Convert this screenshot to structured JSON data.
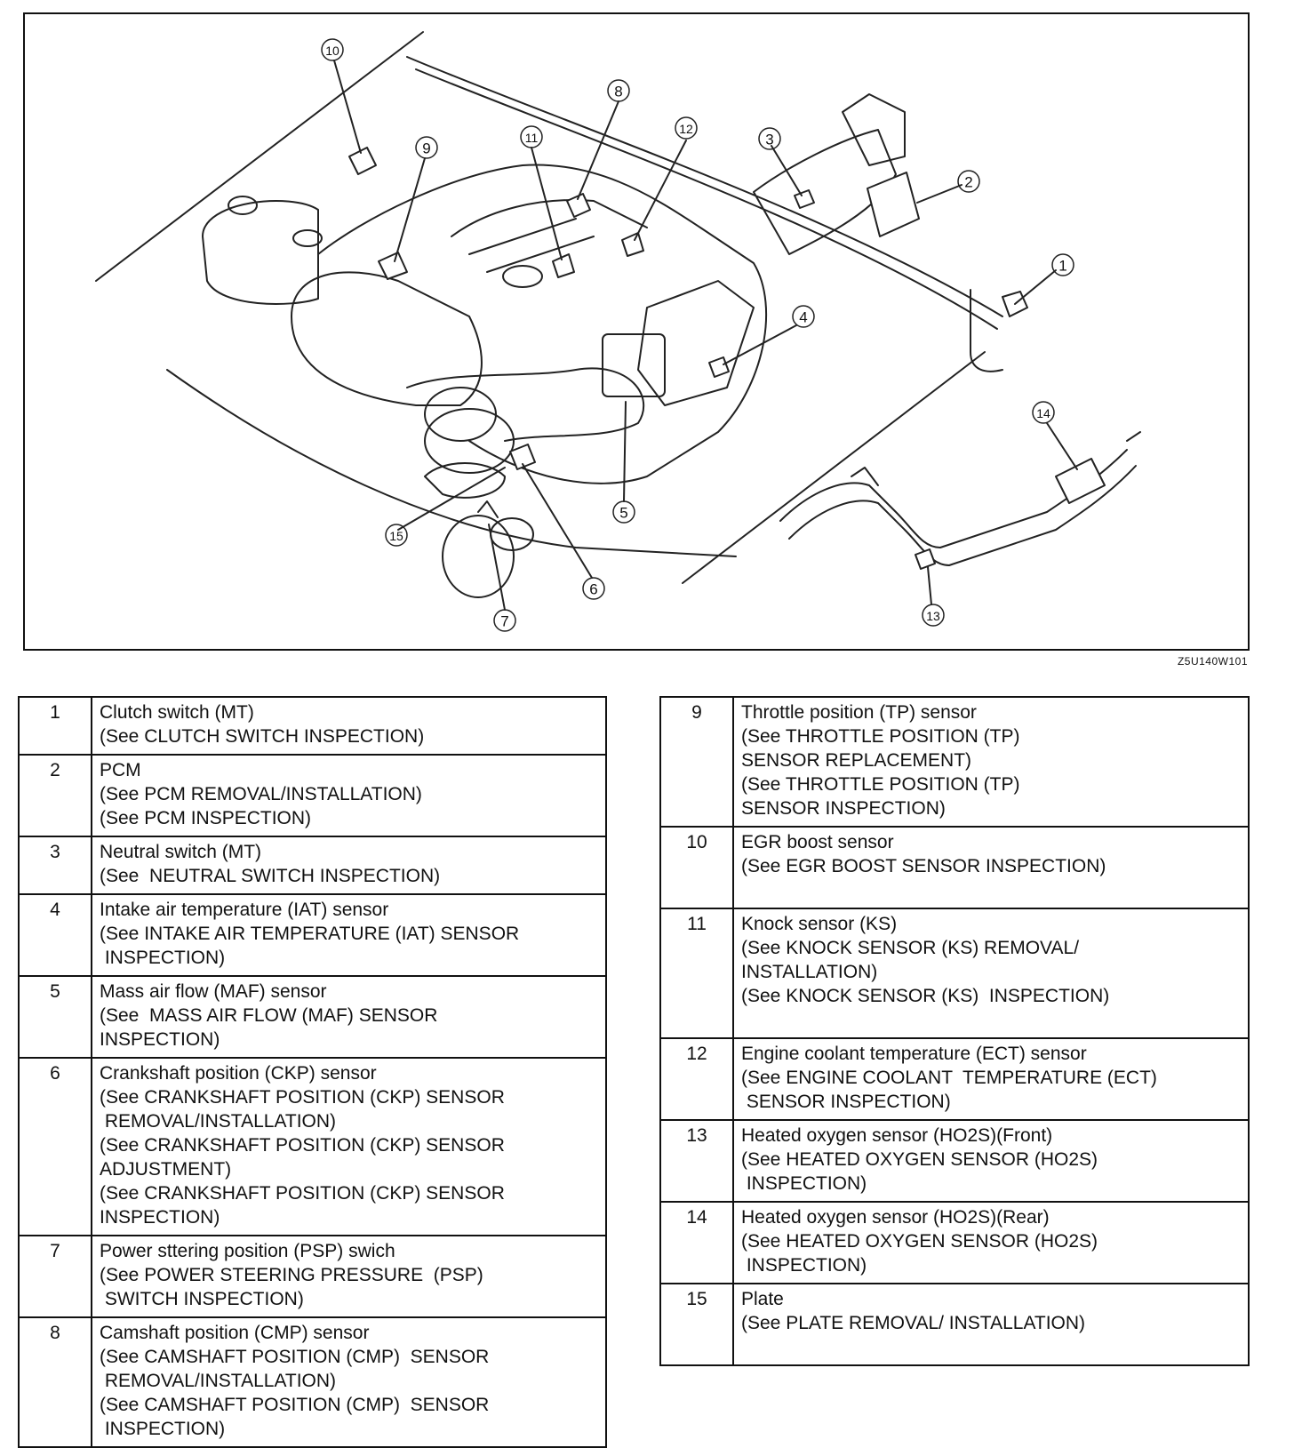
{
  "figure_code": "Z5U140W101",
  "callouts": [
    "1",
    "2",
    "3",
    "4",
    "5",
    "6",
    "7",
    "8",
    "9",
    "10",
    "11",
    "12",
    "13",
    "14",
    "15"
  ],
  "legend": {
    "left": [
      {
        "num": "1",
        "lines": [
          "Clutch switch (MT)",
          "(See CLUTCH SWITCH INSPECTION)"
        ]
      },
      {
        "num": "2",
        "lines": [
          "PCM",
          "(See PCM REMOVAL/INSTALLATION)",
          "(See PCM INSPECTION)"
        ]
      },
      {
        "num": "3",
        "lines": [
          "Neutral switch (MT)",
          "(See  NEUTRAL SWITCH INSPECTION)"
        ]
      },
      {
        "num": "4",
        "lines": [
          "Intake air temperature (IAT) sensor",
          "(See INTAKE AIR TEMPERATURE (IAT) SENSOR",
          " INSPECTION)"
        ]
      },
      {
        "num": "5",
        "lines": [
          "Mass air flow (MAF) sensor",
          "(See  MASS AIR FLOW (MAF) SENSOR",
          "INSPECTION)"
        ]
      },
      {
        "num": "6",
        "lines": [
          "Crankshaft position (CKP) sensor",
          "(See CRANKSHAFT POSITION (CKP) SENSOR",
          " REMOVAL/INSTALLATION)",
          "(See CRANKSHAFT POSITION (CKP) SENSOR",
          "ADJUSTMENT)",
          "(See CRANKSHAFT POSITION (CKP) SENSOR",
          "INSPECTION)"
        ]
      },
      {
        "num": "7",
        "lines": [
          "Power sttering position (PSP) swich",
          "(See POWER STEERING PRESSURE  (PSP)",
          " SWITCH INSPECTION)"
        ]
      },
      {
        "num": "8",
        "lines": [
          "Camshaft position (CMP) sensor",
          "(See CAMSHAFT POSITION (CMP)  SENSOR",
          " REMOVAL/INSTALLATION)",
          "(See CAMSHAFT POSITION (CMP)  SENSOR",
          " INSPECTION)"
        ]
      }
    ],
    "right": [
      {
        "num": "9",
        "lines": [
          "Throttle position (TP) sensor",
          "(See THROTTLE POSITION (TP)",
          "SENSOR REPLACEMENT)",
          "(See THROTTLE POSITION (TP)",
          "SENSOR INSPECTION)"
        ]
      },
      {
        "num": "10",
        "lines": [
          "EGR boost sensor",
          "(See EGR BOOST SENSOR INSPECTION)",
          ""
        ]
      },
      {
        "num": "11",
        "lines": [
          "Knock sensor (KS)",
          "(See KNOCK SENSOR (KS) REMOVAL/",
          "INSTALLATION)",
          "(See KNOCK SENSOR (KS)  INSPECTION)",
          ""
        ]
      },
      {
        "num": "12",
        "lines": [
          "Engine coolant temperature (ECT) sensor",
          "(See ENGINE COOLANT  TEMPERATURE (ECT)",
          " SENSOR INSPECTION)"
        ]
      },
      {
        "num": "13",
        "lines": [
          "Heated oxygen sensor (HO2S)(Front)",
          "(See HEATED OXYGEN SENSOR (HO2S)",
          " INSPECTION)"
        ]
      },
      {
        "num": "14",
        "lines": [
          "Heated oxygen sensor (HO2S)(Rear)",
          "(See HEATED OXYGEN SENSOR (HO2S)",
          " INSPECTION)"
        ]
      },
      {
        "num": "15",
        "lines": [
          "Plate",
          "(See PLATE REMOVAL/ INSTALLATION)",
          ""
        ]
      }
    ]
  }
}
